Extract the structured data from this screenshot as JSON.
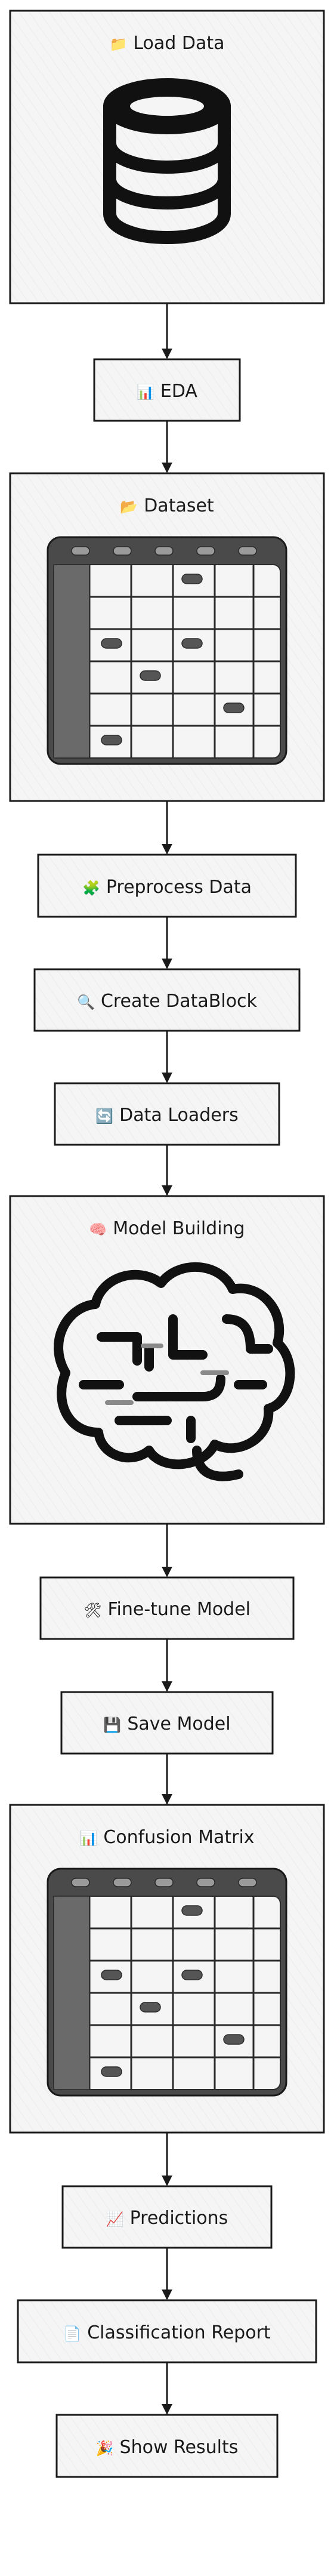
{
  "nodes": [
    {
      "id": "load-data",
      "icon": "folder-icon",
      "emoji": "📁",
      "label": "Load Data",
      "kind": "large",
      "art": "database"
    },
    {
      "id": "eda",
      "icon": "bar-chart-icon",
      "emoji": "📊",
      "label": "EDA",
      "kind": "small"
    },
    {
      "id": "dataset",
      "icon": "folder-icon",
      "emoji": "📂",
      "label": "Dataset",
      "kind": "large",
      "art": "table"
    },
    {
      "id": "preprocess-data",
      "icon": "puzzle-icon",
      "emoji": "🧩",
      "label": "Preprocess Data",
      "kind": "small"
    },
    {
      "id": "create-datablock",
      "icon": "magnifier-icon",
      "emoji": "🔍",
      "label": "Create DataBlock",
      "kind": "small"
    },
    {
      "id": "data-loaders",
      "icon": "refresh-icon",
      "emoji": "🔄",
      "label": "Data Loaders",
      "kind": "small"
    },
    {
      "id": "model-building",
      "icon": "brain-icon",
      "emoji": "🧠",
      "label": "Model Building",
      "kind": "large",
      "art": "brain"
    },
    {
      "id": "fine-tune-model",
      "icon": "tools-icon",
      "emoji": "🛠",
      "label": "Fine-tune Model",
      "kind": "small"
    },
    {
      "id": "save-model",
      "icon": "floppy-icon",
      "emoji": "💾",
      "label": "Save Model",
      "kind": "small"
    },
    {
      "id": "confusion-matrix",
      "icon": "bar-chart-icon",
      "emoji": "📊",
      "label": "Confusion Matrix",
      "kind": "large",
      "art": "table"
    },
    {
      "id": "predictions",
      "icon": "trend-chart-icon",
      "emoji": "📈",
      "label": "Predictions",
      "kind": "small"
    },
    {
      "id": "classification-report",
      "icon": "document-icon",
      "emoji": "📄",
      "label": "Classification Report",
      "kind": "small"
    },
    {
      "id": "show-results",
      "icon": "party-icon",
      "emoji": "🎉",
      "label": "Show Results",
      "kind": "small"
    }
  ],
  "colors": {
    "box_fill": "#f5f5f5",
    "stroke": "#1a1a1a",
    "hatch": "#d0d0d0",
    "table_ink": "#2a2a2a"
  }
}
